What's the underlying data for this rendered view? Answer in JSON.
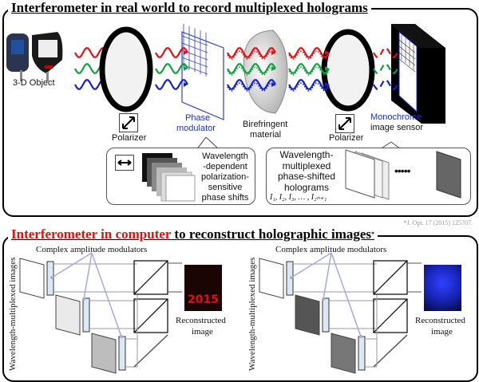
{
  "top_panel": {
    "heading": "Interferometer in real world to record multiplexed holograms",
    "labels": {
      "object": "3-D Object",
      "polarizer_1": "Polarizer",
      "phase_modulator": [
        "Phase",
        "modulator"
      ],
      "birefringent": [
        "Birefringent",
        "material"
      ],
      "polarizer_2": "Polarizer",
      "sensor": [
        "Monochrome",
        "image sensor"
      ]
    },
    "callout_left": {
      "lines": [
        "Wavelength",
        "-dependent",
        "polarization-",
        "sensitive",
        "phase shifts"
      ],
      "icon": "double-arrow-horizontal"
    },
    "callout_right": {
      "lines": [
        "Wavelength-",
        "multiplexed",
        "phase-shifted",
        "holograms"
      ],
      "sequence": "I₁, I₂, I₃, … , I₂ₙ₊₁",
      "dots": "•••••"
    },
    "wave_colors": [
      "#e01010",
      "#10a040",
      "#1020d0"
    ]
  },
  "citation": "*J. Opt. 17 (2015) 125707.",
  "bottom_panel": {
    "heading_red": "Interferometer in computer",
    "heading_black": " to reconstruct holographic images",
    "heading_sup": "*",
    "left": {
      "modulators_label": "Complex amplitude modulators",
      "side_label": "Wavelength-multiplexed images",
      "result_label": [
        "Reconstructed",
        "image"
      ],
      "result_text": "2015",
      "result_color": "#e01010"
    },
    "right": {
      "modulators_label": "Complex amplitude modulators",
      "side_label": "Wavelength-multiplexed images",
      "result_label": [
        "Reconstructed",
        "image"
      ],
      "result_color": "#2030ff"
    }
  }
}
